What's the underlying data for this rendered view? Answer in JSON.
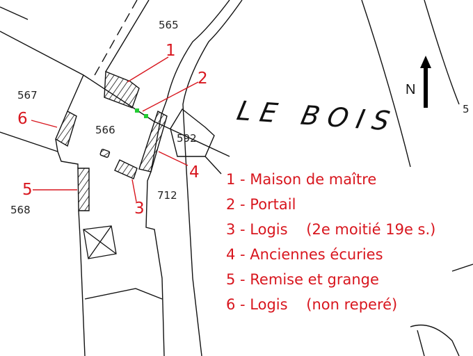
{
  "map": {
    "place_name": "LE BOIS",
    "north_label": "N",
    "parcels": [
      "565",
      "567",
      "566",
      "568",
      "592",
      "712",
      "5"
    ],
    "markers": [
      "1",
      "2",
      "3",
      "4",
      "5",
      "6"
    ],
    "colors": {
      "annotation": "#d8161e",
      "gate": "#22cc33",
      "lines": "#111111"
    }
  },
  "legend": {
    "items": [
      "1 - Maison de maître",
      "2 - Portail",
      "3 - Logis    (2e moitié 19e s.)",
      "4 - Anciennes écuries",
      "5 - Remise et grange",
      "6 - Logis    (non reperé)"
    ]
  }
}
